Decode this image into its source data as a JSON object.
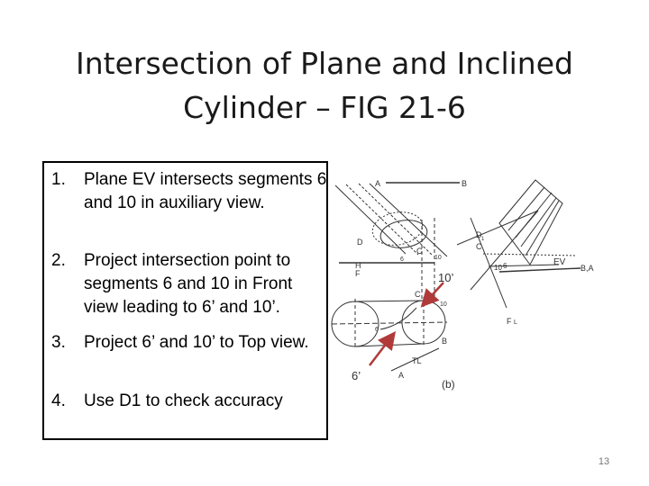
{
  "slide": {
    "title_line1": "Intersection of Plane and Inclined",
    "title_line2": "Cylinder – FIG 21-6",
    "page_number": "13"
  },
  "steps": [
    {
      "num": "1.",
      "text": "Plane EV intersects segments 6 and 10 in auxiliary view."
    },
    {
      "num": "2.",
      "text": "Project intersection point to segments 6 and 10 in Front view leading to 6’ and 10’."
    },
    {
      "num": "3.",
      "text": "Project 6’ and 10’ to Top view."
    },
    {
      "num": "4.",
      "text": "Use D1 to check accuracy"
    }
  ],
  "drawing_labels": {
    "a_top": "A",
    "b_top": "B",
    "d1": "D",
    "d1_sub": "1",
    "c_aux": "C",
    "ten_aux": "10",
    "six_aux": "6",
    "ev": "EV",
    "ba": "B,A",
    "d_left": "D",
    "h": "H",
    "f": "F",
    "six_front": "6",
    "c_front": "C",
    "ten_front": "10",
    "f_right": "F",
    "l": "L",
    "c_top": "C",
    "ten_top": "10",
    "six_top": "6",
    "b_lower": "B",
    "tl": "TL",
    "a_lower": "A",
    "caption": "(b)"
  },
  "callouts": {
    "ten_prime": "10’",
    "six_prime": "6’"
  },
  "colors": {
    "arrow": "#b03a3a",
    "ink": "#333333"
  }
}
